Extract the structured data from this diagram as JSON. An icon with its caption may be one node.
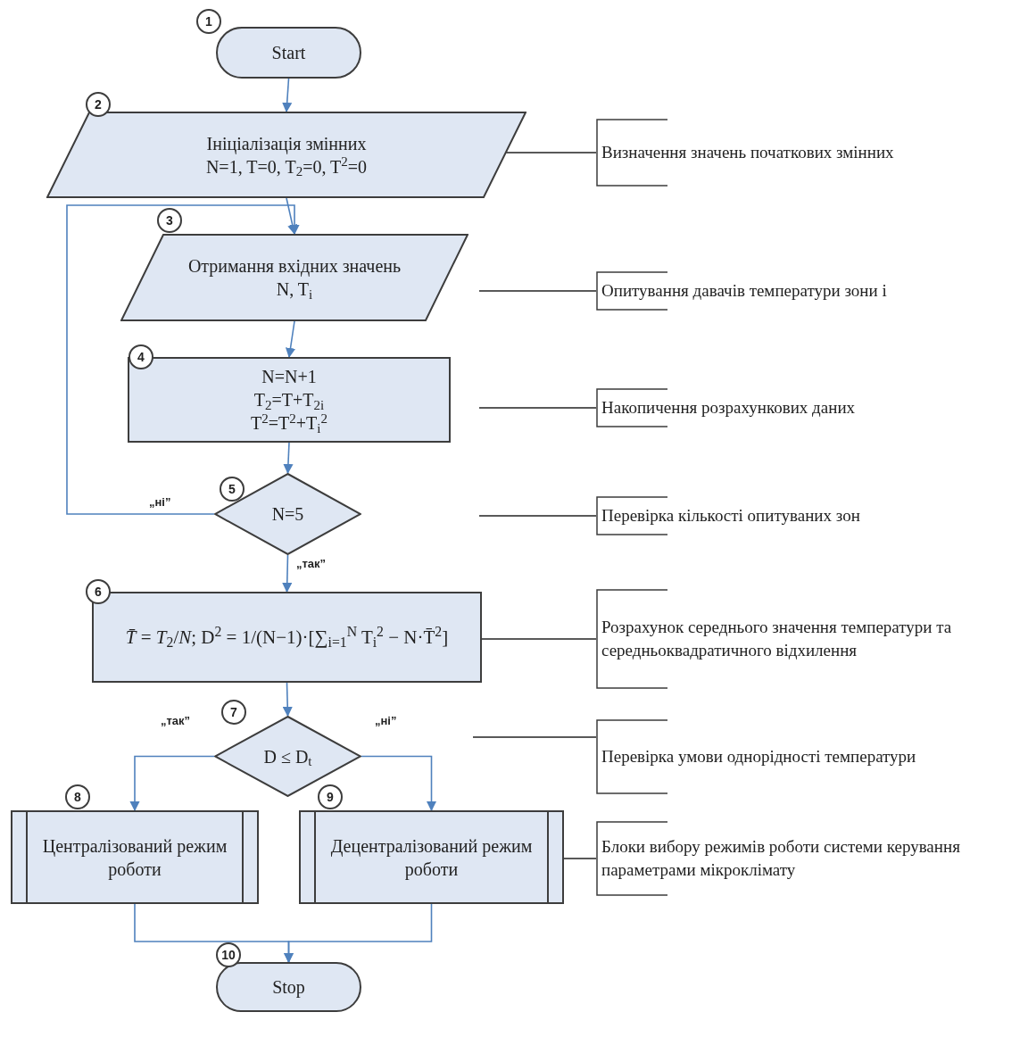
{
  "diagram": {
    "nodes": [
      {
        "text": [
          "Start"
        ],
        "beside": [
          "1"
        ]
      },
      {
        "text": [
          "Ініціалізація змінних",
          "N=1, T=0, T$_{2}$=0, T$^{2}$=0"
        ],
        "beside": [
          "2"
        ]
      },
      {
        "text": [
          "Визначення значень початкових змінних"
        ]
      },
      {
        "text": [
          "Отримання вхідних значень",
          "N, T$_{i}$"
        ],
        "beside": [
          "3"
        ]
      },
      {
        "text": [
          "Опитування давачів температури зони і"
        ]
      },
      {
        "text": [
          "N=N+1",
          "T$_{2}$=T+T$_{2i}$",
          "T$^{2}$=T$^{2}$+T$_{i}$$^{2}$"
        ],
        "beside": [
          "4"
        ]
      },
      {
        "text": [
          "Накопичення розрахункових даних"
        ]
      },
      {
        "text": [
          "N=5"
        ],
        "beside": [
          "5"
        ]
      },
      {
        "text": [
          "Перевірка кількості опитуваних зон"
        ]
      },
      {
        "text": [
          "*T̄* = *T*$_{2}$/*N*; D$^{2}$ = 1/(N−1)·[∑$_{i=1}$$^{N}$ T$_{i}$$^{2}$ − N·T̄$^{2}$]"
        ],
        "beside": [
          "6"
        ]
      },
      {
        "text": [
          "Розрахунок середнього значення температури та середньоквадратичного відхилення"
        ]
      },
      {
        "text": [
          "D ≤ D$_{t}$"
        ],
        "beside": [
          "7"
        ]
      },
      {
        "text": [
          "Перевірка умови однорідності температури"
        ]
      },
      {
        "text": [
          "Централізований режим роботи"
        ],
        "beside": [
          "8"
        ]
      },
      {
        "text": [
          "Децентралізований режим роботи"
        ],
        "beside": [
          "9"
        ]
      },
      {
        "text": [
          "Блоки вибору режимів роботи системи керування параметрами мікроклімату"
        ]
      },
      {
        "text": [
          "Stop"
        ],
        "beside": [
          "10"
        ]
      }
    ],
    "edges": [
      {
        "from": 0,
        "to": 1,
        "arrow": "to"
      },
      {
        "from": 1,
        "to": 3,
        "arrow": "to"
      },
      {
        "from": 3,
        "to": 5,
        "arrow": "to"
      },
      {
        "from": 5,
        "to": 7,
        "arrow": "to"
      },
      {
        "from": 7,
        "to": 3,
        "arrow": "to",
        "label": "„ні”"
      },
      {
        "from": 7,
        "to": 9,
        "arrow": "to",
        "label": "„так”"
      },
      {
        "from": 9,
        "to": 11,
        "arrow": "to"
      },
      {
        "from": 11,
        "to": 13,
        "arrow": "to",
        "label": "„так”"
      },
      {
        "from": 11,
        "to": 14,
        "arrow": "to",
        "label": "„ні”"
      },
      {
        "from": 13,
        "to": 16,
        "arrow": "to"
      },
      {
        "from": 14,
        "to": 16,
        "arrow": "to"
      },
      {
        "from": 2,
        "to": 1,
        "arrow": "none",
        "color": "#222222"
      },
      {
        "from": 4,
        "to": null,
        "arrow": "none",
        "color": "#222222"
      },
      {
        "from": 6,
        "to": null,
        "arrow": "none",
        "color": "#222222"
      },
      {
        "from": 8,
        "to": null,
        "arrow": "none",
        "color": "#222222"
      },
      {
        "from": 10,
        "to": 9,
        "arrow": "none",
        "color": "#222222"
      },
      {
        "from": 12,
        "to": null,
        "arrow": "none",
        "color": "#222222"
      },
      {
        "from": 15,
        "to": 14,
        "arrow": "none",
        "color": "#222222"
      }
    ]
  }
}
